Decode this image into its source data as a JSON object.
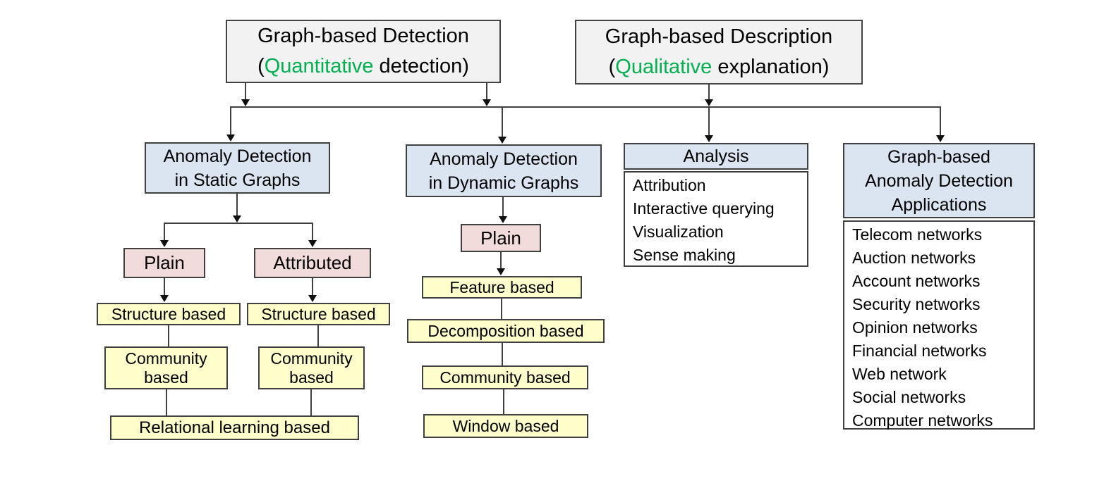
{
  "colors": {
    "highlight_green": "#00b050",
    "root_fill": "#f2f2f2",
    "level2_fill": "#dbe5f1",
    "plain_fill": "#f2dcdb",
    "method_fill": "#ffffcc",
    "border": "#404040",
    "text": "#000000",
    "background": "#ffffff"
  },
  "roots": {
    "detection": {
      "line1": "Graph-based Detection",
      "paren_open": "(",
      "highlight": "Quantitative",
      "line2_rest": " detection)"
    },
    "description": {
      "line1": "Graph-based Description",
      "paren_open": "(",
      "highlight": "Qualitative",
      "line2_rest": " explanation)"
    }
  },
  "branches": {
    "static_graphs": {
      "title_lines": [
        "Anomaly Detection",
        "in Static Graphs"
      ]
    },
    "dynamic_graphs": {
      "title_lines": [
        "Anomaly Detection",
        "in Dynamic Graphs"
      ]
    },
    "analysis": {
      "title": "Analysis",
      "items": [
        "Attribution",
        "Interactive querying",
        "Visualization",
        "Sense making"
      ]
    },
    "applications": {
      "title_lines": [
        "Graph-based",
        "Anomaly Detection",
        "Applications"
      ],
      "items": [
        "Telecom networks",
        "Auction networks",
        "Account networks",
        "Security networks",
        "Opinion networks",
        "Financial networks",
        "Web network",
        "Social networks",
        "Computer networks"
      ]
    }
  },
  "static_methods": {
    "plain": "Plain",
    "attributed": "Attributed",
    "plain_children": [
      "Structure based",
      "Community based"
    ],
    "attributed_children": [
      "Structure based",
      "Community based"
    ],
    "shared_child": "Relational learning based"
  },
  "dynamic_methods": {
    "plain": "Plain",
    "children": [
      "Feature based",
      "Decomposition based",
      "Community based",
      "Window based"
    ]
  }
}
